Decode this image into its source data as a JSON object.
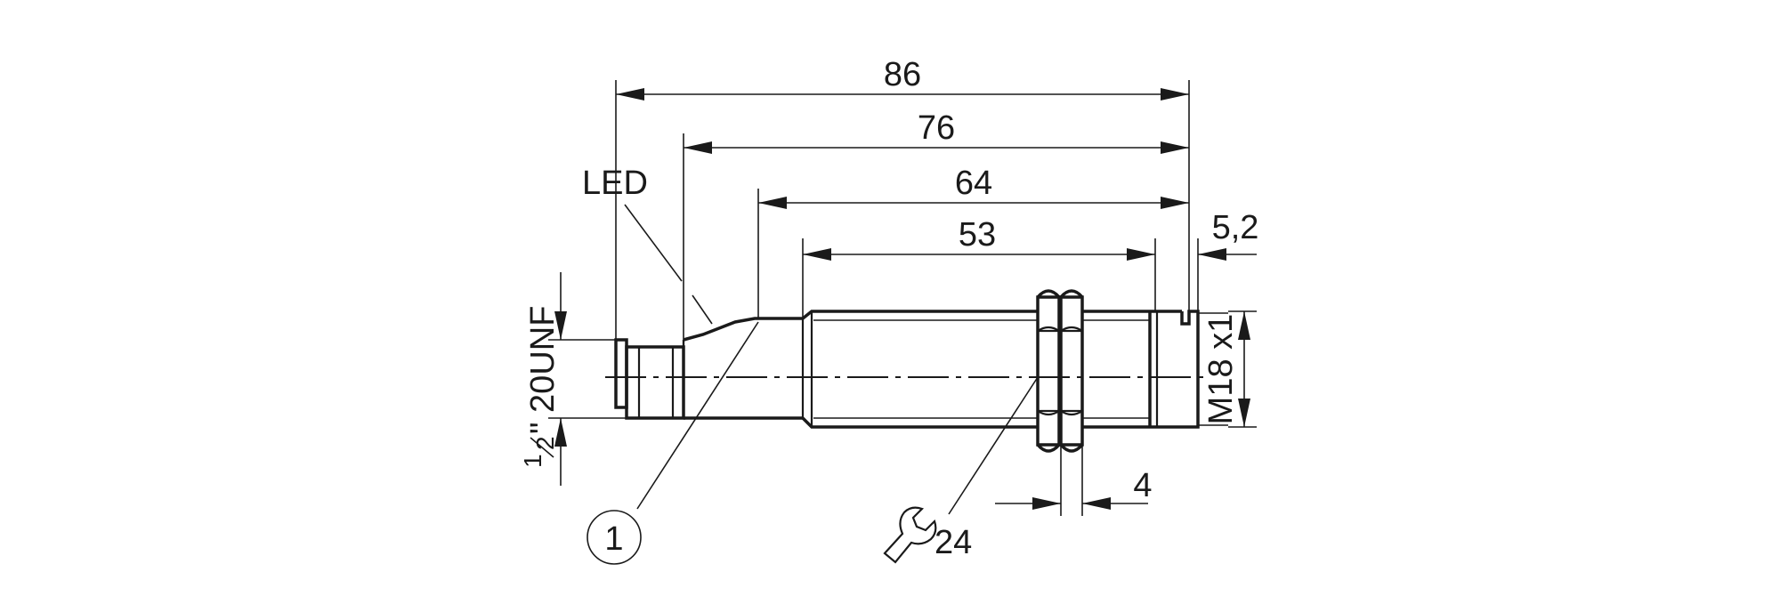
{
  "dimensions": {
    "overall_length": "86",
    "housing_length": "76",
    "body_length": "64",
    "thread_length": "53",
    "tip_offset": "5,2",
    "nut_thickness": "4"
  },
  "labels": {
    "led": "LED",
    "thread": "M18 x1",
    "connector_prefix": "1",
    "connector_suffix": "2",
    "connector_thread": "\" 20UNF",
    "callout_number": "1",
    "wrench_size": "24"
  },
  "icons": {
    "wrench": "wrench-icon"
  },
  "colors": {
    "line": "#1a1a1a",
    "background": "#ffffff"
  }
}
